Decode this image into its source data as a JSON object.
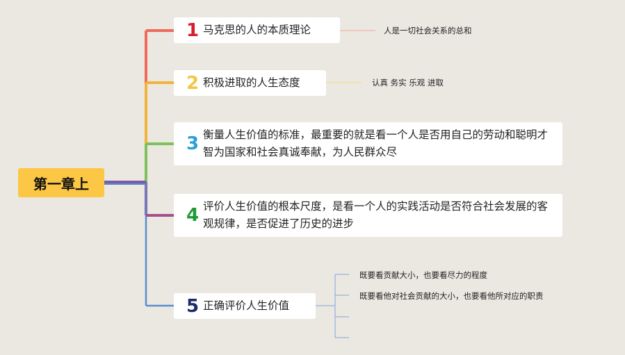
{
  "root": {
    "label": "第一章上"
  },
  "branches": [
    {
      "number": "1",
      "label": "马克思的人的本质理论",
      "note": "人是一切社会关系的总和",
      "color": "#ef6a5b",
      "number_color": "#d81e2c"
    },
    {
      "number": "2",
      "label": "积极进取的人生态度",
      "note": "认真 务实 乐观 进取",
      "color": "#f2b33d",
      "number_color": "#f3c742"
    },
    {
      "number": "3",
      "label": "衡量人生价值的标准，最重要的就是看一个人是否用自己的劳动和聪明才智为国家和社会真诚奉献，为人民群众尽",
      "color": "#7cc15a",
      "number_color": "#2b9fd8"
    },
    {
      "number": "4",
      "label": "评价人生价值的根本尺度，是看一个人的实践活动是否符合社会发展的客观规律，是否促进了历史的进步",
      "color": "#a44f8c",
      "number_color": "#1f9b35"
    },
    {
      "number": "5",
      "label": "正确评价人生价值",
      "color": "#5a8bd0",
      "number_color": "#1b2a6b",
      "notes": [
        "既要看贡献大小，也要看尽力的程度",
        "既要看他对社会贡献的大小，也要看他所对应的职责"
      ]
    }
  ]
}
